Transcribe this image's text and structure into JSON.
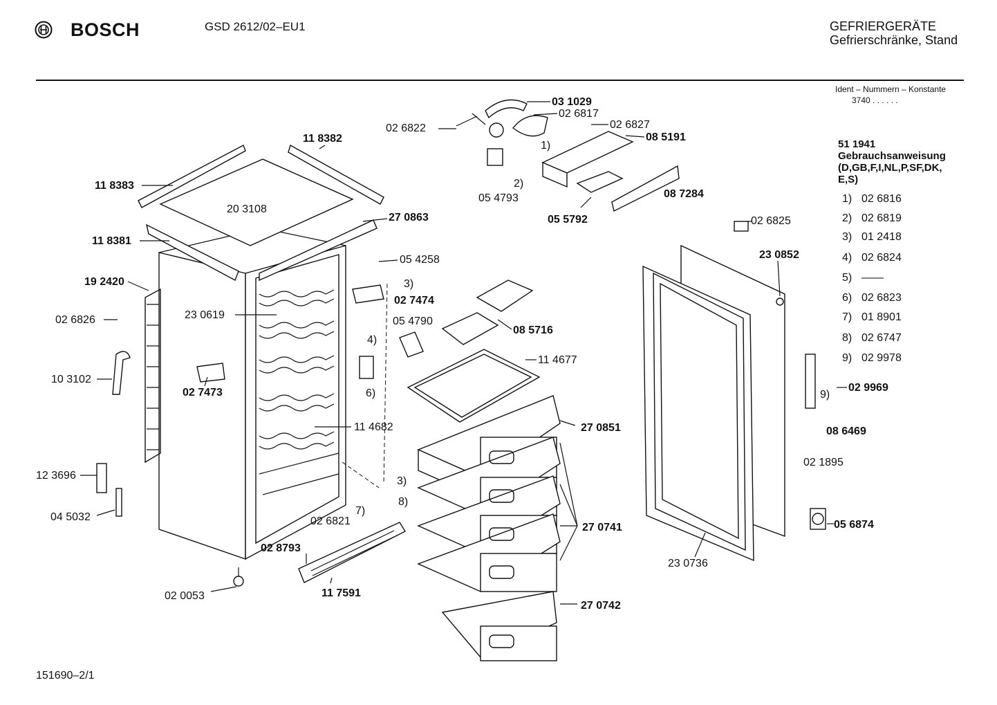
{
  "header": {
    "brand": "BOSCH",
    "model": "GSD 2612/02–EU1",
    "category_line1": "GEFRIERGERÄTE",
    "category_line2": "Gefrierschränke, Stand"
  },
  "ident": {
    "label": "Ident – Nummern – Konstante",
    "value": "3740  .  .  .  .  .  ."
  },
  "manual": {
    "number": "51 1941",
    "title": "Gebrauchsanweisung",
    "langs1": "(D,GB,F,I,NL,P,SF,DK,",
    "langs2": "E,S)"
  },
  "legend": [
    {
      "key": "1)",
      "part": "02 6816"
    },
    {
      "key": "2)",
      "part": "02 6819"
    },
    {
      "key": "3)",
      "part": "01 2418"
    },
    {
      "key": "4)",
      "part": "02 6824"
    },
    {
      "key": "5)",
      "part": "——"
    },
    {
      "key": "6)",
      "part": "02 6823"
    },
    {
      "key": "7)",
      "part": "01 8901"
    },
    {
      "key": "8)",
      "part": "02 6747"
    },
    {
      "key": "9)",
      "part": "02 9978"
    }
  ],
  "callouts": {
    "c031029": "03 1029",
    "c026817": "02 6817",
    "c026822": "02 6822",
    "c026827": "02 6827",
    "c085191": "08 5191",
    "c118382": "11 8382",
    "c118383": "11 8383",
    "c203108": "20 3108",
    "c270863": "27 0863",
    "c118381": "11 8381",
    "c054793": "05 4793",
    "c055792": "05 5792",
    "c087284": "08 7284",
    "c026825": "02 6825",
    "c230852": "23 0852",
    "c054258": "05 4258",
    "c192420": "19 2420",
    "c027474": "02 7474",
    "c230619": "23 0619",
    "c026826": "02 6826",
    "c054790": "05 4790",
    "c085716": "08 5716",
    "c103102": "10 3102",
    "c114677": "11 4677",
    "c027473": "02 7473",
    "c029969": "02 9969",
    "c086469": "08 6469",
    "c114682": "11 4682",
    "c270851": "27 0851",
    "c021895": "02 1895",
    "c123696": "12 3696",
    "c045032": "04 5032",
    "c026821": "02 6821",
    "c270741": "27 0741",
    "c056874": "05 6874",
    "c028793": "02 8793",
    "c230736": "23 0736",
    "c020053": "02 0053",
    "c117591": "11 7591",
    "c270742": "27 0742",
    "k1": "1)",
    "k2": "2)",
    "k3a": "3)",
    "k3b": "3)",
    "k4": "4)",
    "k6": "6)",
    "k7": "7)",
    "k8": "8)",
    "k9": "9)"
  },
  "footer": {
    "doc_number": "151690–2/1"
  }
}
